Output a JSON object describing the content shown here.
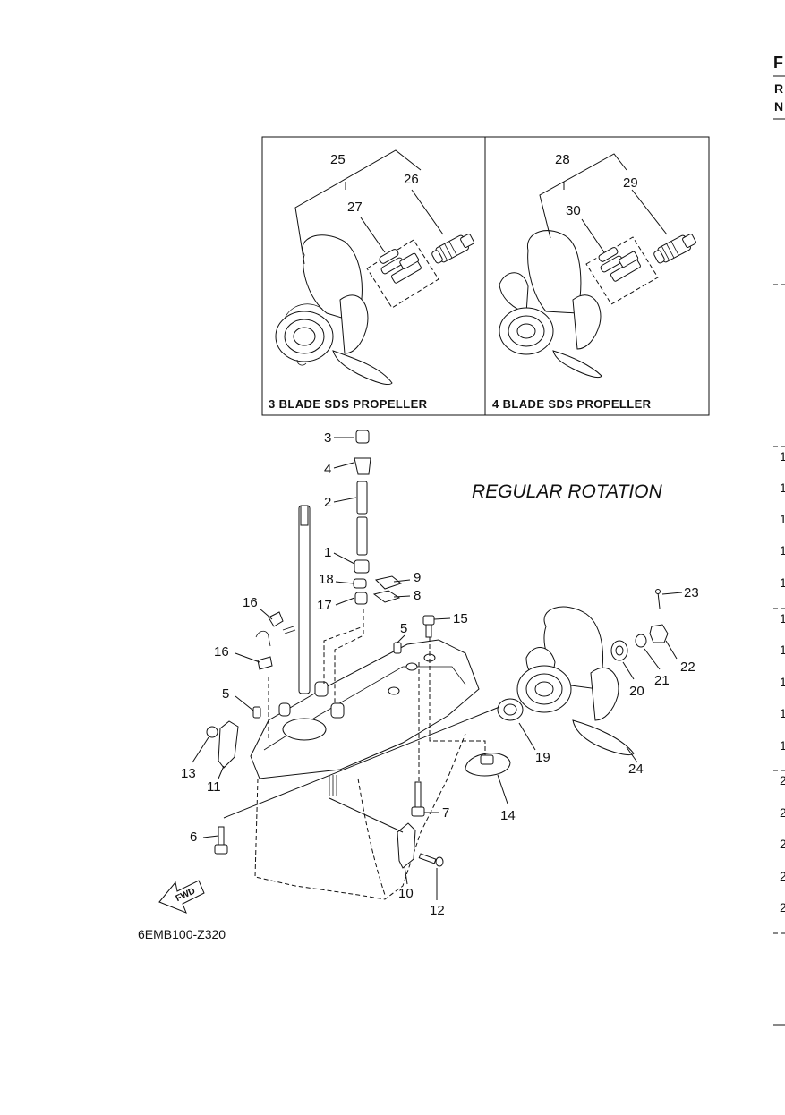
{
  "diagram": {
    "rotation_title": "REGULAR ROTATION",
    "figure_code": "6EMB100-Z320",
    "fwd_label": "FWD",
    "inset_left_caption": "3 BLADE SDS PROPELLER",
    "inset_right_caption": "4 BLADE SDS PROPELLER",
    "callouts": {
      "c1": "1",
      "c2": "2",
      "c3": "3",
      "c4": "4",
      "c5a": "5",
      "c5b": "5",
      "c6": "6",
      "c7": "7",
      "c8": "8",
      "c9": "9",
      "c10": "10",
      "c11": "11",
      "c12": "12",
      "c13": "13",
      "c14": "14",
      "c15": "15",
      "c16a": "16",
      "c16b": "16",
      "c17": "17",
      "c18": "18",
      "c19": "19",
      "c20": "20",
      "c21": "21",
      "c22": "22",
      "c23": "23",
      "c24": "24",
      "c25": "25",
      "c26": "26",
      "c27": "27",
      "c28": "28",
      "c29": "29",
      "c30": "30"
    }
  },
  "edge": {
    "header_letters": [
      "F",
      "R",
      "N"
    ],
    "row_marks": [
      "1",
      "1",
      "1",
      "1",
      "1",
      "1",
      "1",
      "1",
      "1",
      "1",
      "2",
      "2",
      "2",
      "2",
      "2"
    ]
  }
}
